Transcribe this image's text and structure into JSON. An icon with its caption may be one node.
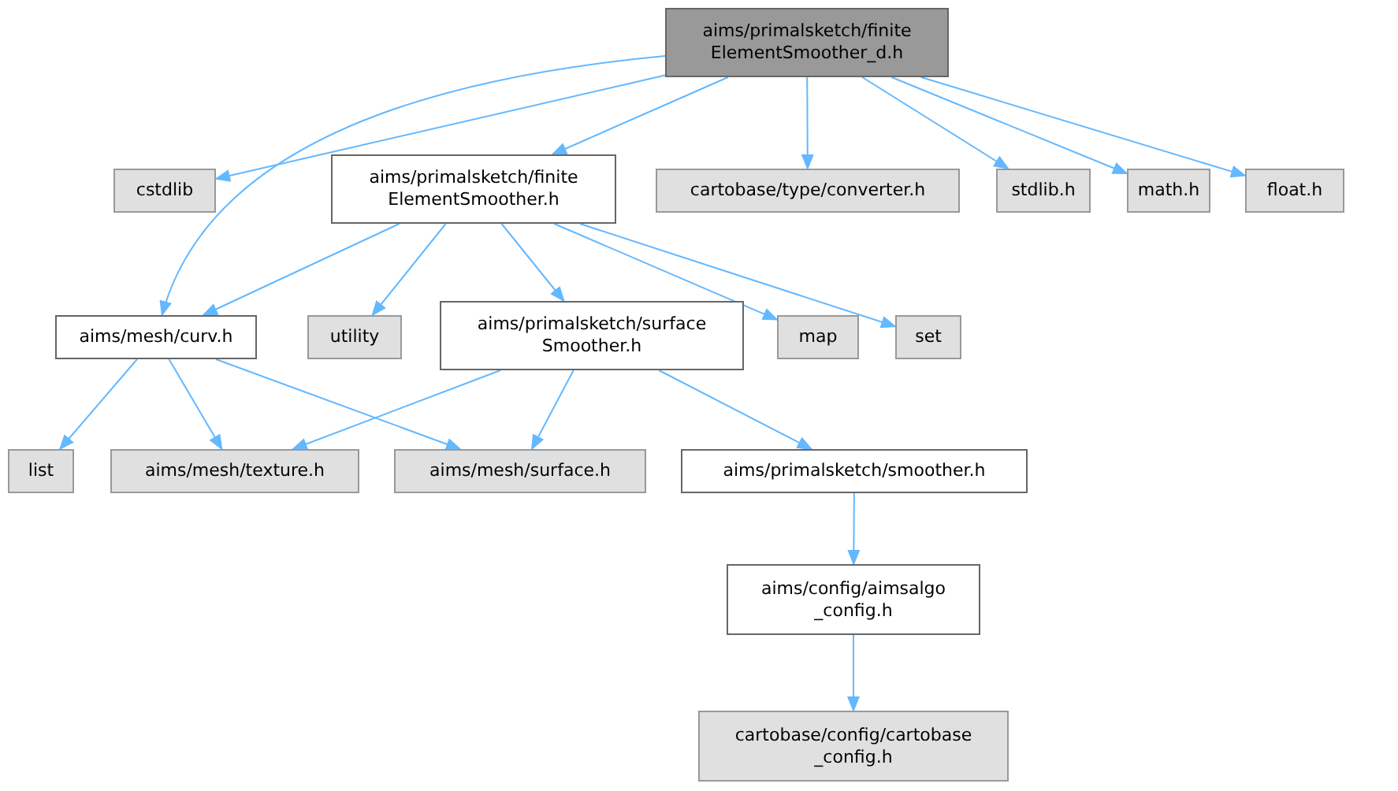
{
  "diagram": {
    "nodes": [
      {
        "text": [
          "aims/primalsketch/finite ElementSmoother_d.h"
        ]
      },
      {
        "text": [
          "cstdlib"
        ]
      },
      {
        "text": [
          "aims/primalsketch/finite ElementSmoother.h"
        ]
      },
      {
        "text": [
          "cartobase/type/converter.h"
        ]
      },
      {
        "text": [
          "stdlib.h"
        ]
      },
      {
        "text": [
          "math.h"
        ]
      },
      {
        "text": [
          "float.h"
        ]
      },
      {
        "text": [
          "aims/mesh/curv.h"
        ]
      },
      {
        "text": [
          "utility"
        ]
      },
      {
        "text": [
          "aims/primalsketch/surface Smoother.h"
        ]
      },
      {
        "text": [
          "map"
        ]
      },
      {
        "text": [
          "set"
        ]
      },
      {
        "text": [
          "list"
        ]
      },
      {
        "text": [
          "aims/mesh/texture.h"
        ]
      },
      {
        "text": [
          "aims/mesh/surface.h"
        ]
      },
      {
        "text": [
          "aims/primalsketch/smoother.h"
        ]
      },
      {
        "text": [
          "aims/config/aimsalgo _config.h"
        ]
      },
      {
        "text": [
          "cartobase/config/cartobase _config.h"
        ]
      }
    ],
    "edges": [
      {
        "from": 0,
        "to": 1,
        "arrow": "to"
      },
      {
        "from": 0,
        "to": 7,
        "arrow": "to"
      },
      {
        "from": 0,
        "to": 2,
        "arrow": "to"
      },
      {
        "from": 0,
        "to": 3,
        "arrow": "to"
      },
      {
        "from": 0,
        "to": 4,
        "arrow": "to"
      },
      {
        "from": 0,
        "to": 5,
        "arrow": "to"
      },
      {
        "from": 0,
        "to": 6,
        "arrow": "to"
      },
      {
        "from": 2,
        "to": 7,
        "arrow": "to"
      },
      {
        "from": 2,
        "to": 8,
        "arrow": "to"
      },
      {
        "from": 2,
        "to": 9,
        "arrow": "to"
      },
      {
        "from": 2,
        "to": 10,
        "arrow": "to"
      },
      {
        "from": 2,
        "to": 11,
        "arrow": "to"
      },
      {
        "from": 7,
        "to": 12,
        "arrow": "to"
      },
      {
        "from": 7,
        "to": 13,
        "arrow": "to"
      },
      {
        "from": 7,
        "to": 14,
        "arrow": "to"
      },
      {
        "from": 9,
        "to": 13,
        "arrow": "to"
      },
      {
        "from": 9,
        "to": 14,
        "arrow": "to"
      },
      {
        "from": 9,
        "to": 15,
        "arrow": "to"
      },
      {
        "from": 15,
        "to": 16,
        "arrow": "to"
      },
      {
        "from": 16,
        "to": 17,
        "arrow": "to"
      }
    ]
  }
}
